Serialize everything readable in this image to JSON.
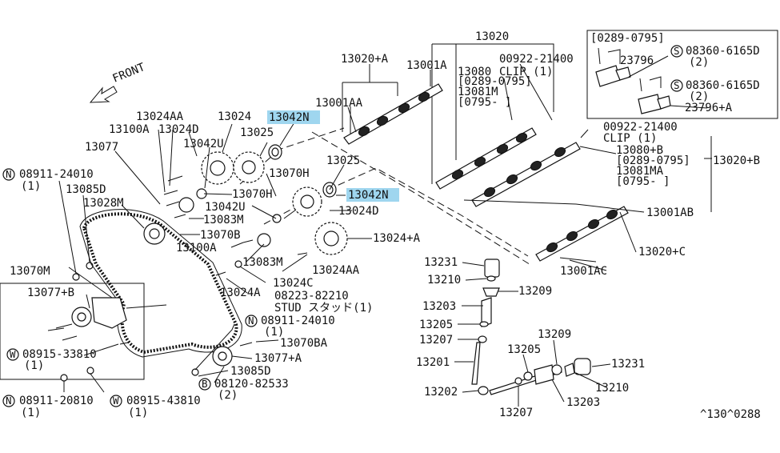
{
  "figure_code": "^130^0288",
  "front_label": "FRONT",
  "highlight_color": "#9fd6ef",
  "labels": {
    "camshaft_assy": "13020",
    "camshaft_a": "13020+A",
    "camshaft_b": "13020+B",
    "camshaft_c": "13020+C",
    "key_1": "13001A",
    "key_2": "13001AA",
    "key_3": "13001AB",
    "key_4": "13001AC",
    "clip_part_top": "00922-21400",
    "clip_text_top": "CLIP (1)",
    "part_13080": "13080",
    "date_13080": "[0289-0795]",
    "part_13081m": "13081M",
    "date_13081m": "[0795-   ]",
    "clip_part_right": "00922-21400",
    "clip_text_right": "CLIP (1)",
    "part_13080b": "13080+B",
    "date_13080b": "[0289-0795]",
    "part_13081ma": "13081MA",
    "date_13081ma": "[0795-   ]",
    "inset_date": "[0289-0795]",
    "inset_bolt_1": "08360-6165D",
    "inset_bolt_1_qty": "(2)",
    "inset_sensor": "23796",
    "inset_bolt_2": "08360-6165D",
    "inset_bolt_2_qty": "(2)",
    "inset_sensor_a": "23796+A",
    "seal_1": "13042N",
    "seal_2": "13042N",
    "sprocket_13024": "13024",
    "sprocket_13025": "13025",
    "sprocket_13025b": "13025",
    "sprocket_13024a": "13024+A",
    "part_13024aa": "13024AA",
    "part_13024aa_b": "13024AA",
    "part_13024d": "13024D",
    "part_13024d_b": "13024D",
    "part_13100a": "13100A",
    "part_13100a_b": "13100A",
    "part_13077": "13077",
    "part_13042u": "13042U",
    "part_13042u_b": "13042U",
    "part_13070h": "13070H",
    "part_13070h_b": "13070H",
    "part_13083m": "13083M",
    "part_13083m_b": "13083M",
    "part_13070b": "13070B",
    "nut_1": "08911-24010",
    "nut_1_qty": "(1)",
    "part_13085d": "13085D",
    "belt": "13028M",
    "part_13070m": "13070M",
    "part_13077b": "13077+B",
    "washer_1": "08915-33810",
    "washer_1_qty": "(1)",
    "nut_2": "08911-20810",
    "nut_2_qty": "(1)",
    "washer_2": "08915-43810",
    "washer_2_qty": "(1)",
    "part_13024c": "13024C",
    "part_13024a": "13024A",
    "stud_part": "08223-82210",
    "stud_text": "STUD スタッド(1)",
    "nut_3": "08911-24010",
    "nut_3_qty": "(1)",
    "part_13070ba": "13070BA",
    "part_13077a": "13077+A",
    "part_13085d_b": "13085D",
    "bolt_b": "08120-82533",
    "bolt_b_qty": "(2)",
    "v_13231": "13231",
    "v_13210": "13210",
    "v_13209": "13209",
    "v_13203": "13203",
    "v_13205": "13205",
    "v_13207": "13207",
    "v_13201": "13201",
    "v_13202": "13202",
    "h_13209": "13209",
    "h_13205": "13205",
    "h_13231": "13231",
    "h_13210": "13210",
    "h_13203": "13203",
    "h_13207": "13207"
  },
  "symbols": {
    "N": "N",
    "W": "W",
    "B": "B",
    "S": "S"
  }
}
